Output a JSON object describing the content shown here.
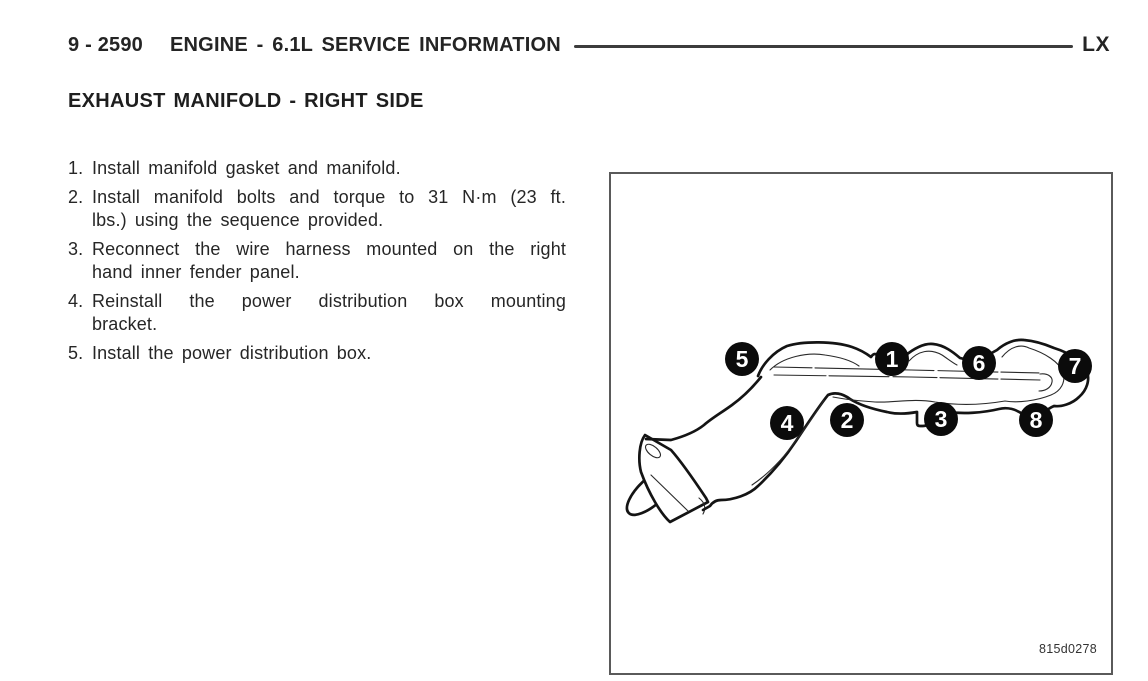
{
  "header": {
    "page_number": "9 - 2590",
    "title": "ENGINE - 6.1L SERVICE INFORMATION",
    "model_code": "LX"
  },
  "section": {
    "title": "EXHAUST MANIFOLD - RIGHT SIDE"
  },
  "steps": [
    {
      "num": "1.",
      "lines": [
        "Install manifold gasket and manifold."
      ]
    },
    {
      "num": "2.",
      "lines": [
        "Install manifold bolts and torque to 31 N·m (23 ft.",
        "lbs.) using the sequence provided."
      ]
    },
    {
      "num": "3.",
      "lines": [
        "Reconnect the wire harness mounted on the right",
        "hand inner fender panel."
      ]
    },
    {
      "num": "4.",
      "lines": [
        "Reinstall the power distribution box mounting",
        "bracket."
      ]
    },
    {
      "num": "5.",
      "lines": [
        "Install the power distribution box."
      ]
    }
  ],
  "figure": {
    "description": "Exhaust manifold right side - bolt torque sequence line drawing",
    "caption_id": "815d0278",
    "callouts": [
      "1",
      "2",
      "3",
      "4",
      "5",
      "6",
      "7",
      "8"
    ],
    "colors": {
      "callout_fill": "#0b0b0b",
      "callout_text": "#ffffff",
      "line_art": "#141414"
    }
  }
}
